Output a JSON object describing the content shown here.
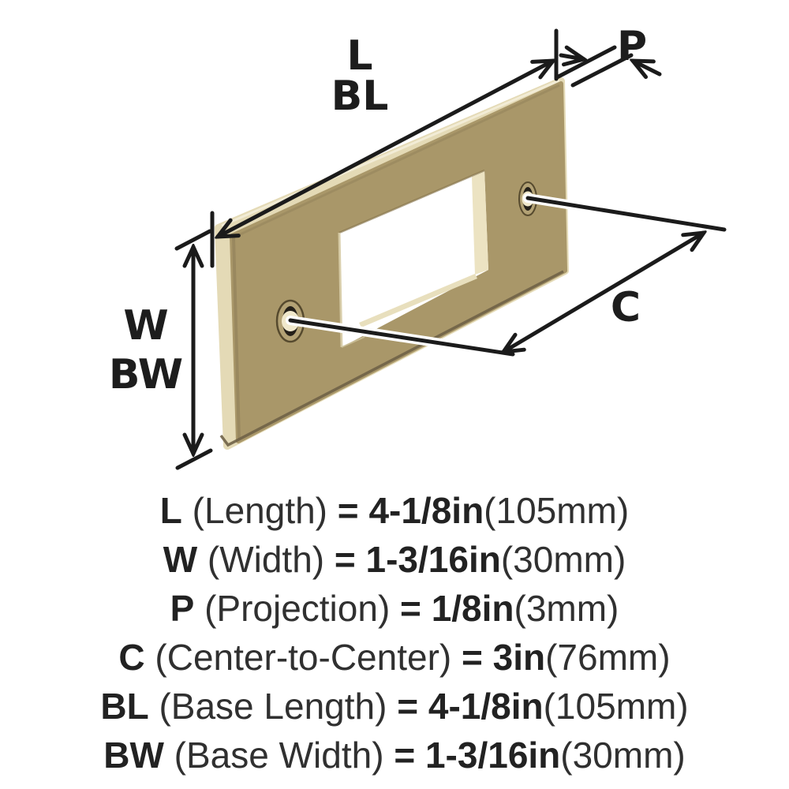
{
  "page": {
    "background": "#ffffff"
  },
  "diagram": {
    "type": "product-dimension-diagram",
    "product": "rectangular tab pull backplate",
    "colors": {
      "face": "#a99769",
      "edge": "#e4dab6",
      "line": "#1b1b1b"
    },
    "labels": {
      "length": "L",
      "base_length": "BL",
      "projection": "P",
      "width": "W",
      "base_width": "BW",
      "center_to_center": "C"
    }
  },
  "legend": {
    "rows": [
      {
        "abbr": "L",
        "name": " (Length) ",
        "value": "= 4-1/8in",
        "metric": "(105mm)"
      },
      {
        "abbr": "W",
        "name": " (Width) ",
        "value": "= 1-3/16in",
        "metric": "(30mm)"
      },
      {
        "abbr": "P",
        "name": " (Projection) ",
        "value": "= 1/8in",
        "metric": "(3mm)"
      },
      {
        "abbr": "C",
        "name": " (Center-to-Center) ",
        "value": "= 3in",
        "metric": "(76mm)"
      },
      {
        "abbr": "BL",
        "name": " (Base Length) ",
        "value": "= 4-1/8in",
        "metric": "(105mm)"
      },
      {
        "abbr": "BW",
        "name": " (Base Width) ",
        "value": "= 1-3/16in",
        "metric": "(30mm)"
      }
    ]
  }
}
